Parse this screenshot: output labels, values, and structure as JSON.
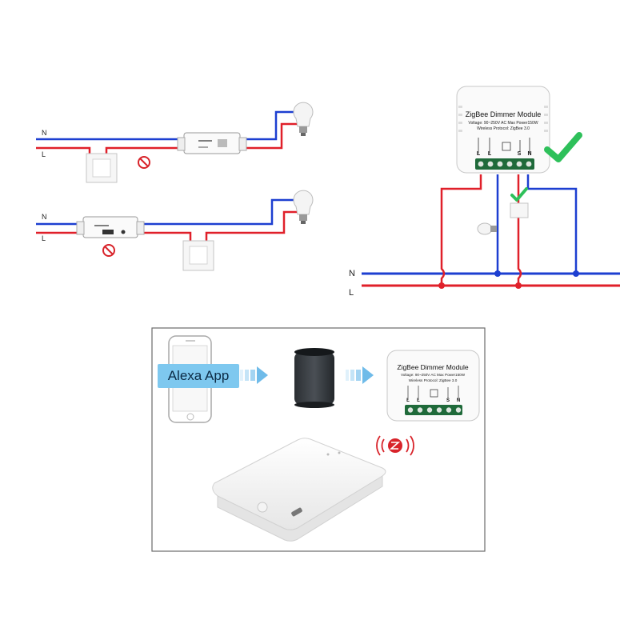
{
  "colors": {
    "neutral": "#1d3fd1",
    "live": "#e0202a",
    "ok": "#2ec05a",
    "forbidden": "#d8232a",
    "label_bg": "#7ec8ef"
  },
  "diagram_a": {
    "n_label": "N",
    "l_label": "L"
  },
  "diagram_b": {
    "n_label": "N",
    "l_label": "L"
  },
  "diagram_c": {
    "n_label": "N",
    "l_label": "L",
    "module": {
      "title": "ZigBee Dimmer Module",
      "voltage": "Voltage: 90~250V AC Max Power150W",
      "protocol": "Wireless Protocol: ZigBee 3.0",
      "terminals": [
        "L",
        "L",
        "S",
        "N"
      ]
    }
  },
  "bottom_panel": {
    "app_label": "Alexa App",
    "module": {
      "title": "ZigBee Dimmer Module",
      "voltage": "Voltage: 90~250V AC Max Power150W",
      "protocol": "Wireless Protocol: ZigBee 3.0",
      "terminals": [
        "L",
        "L",
        "S",
        "N"
      ]
    }
  },
  "icons": [
    "switch-module-icon",
    "light-bulb-icon",
    "wall-switch-icon",
    "prohibited-icon",
    "checkmark-icon",
    "phone-icon",
    "arrow-icon",
    "smart-speaker-icon",
    "zigbee-icon",
    "hub-icon"
  ]
}
